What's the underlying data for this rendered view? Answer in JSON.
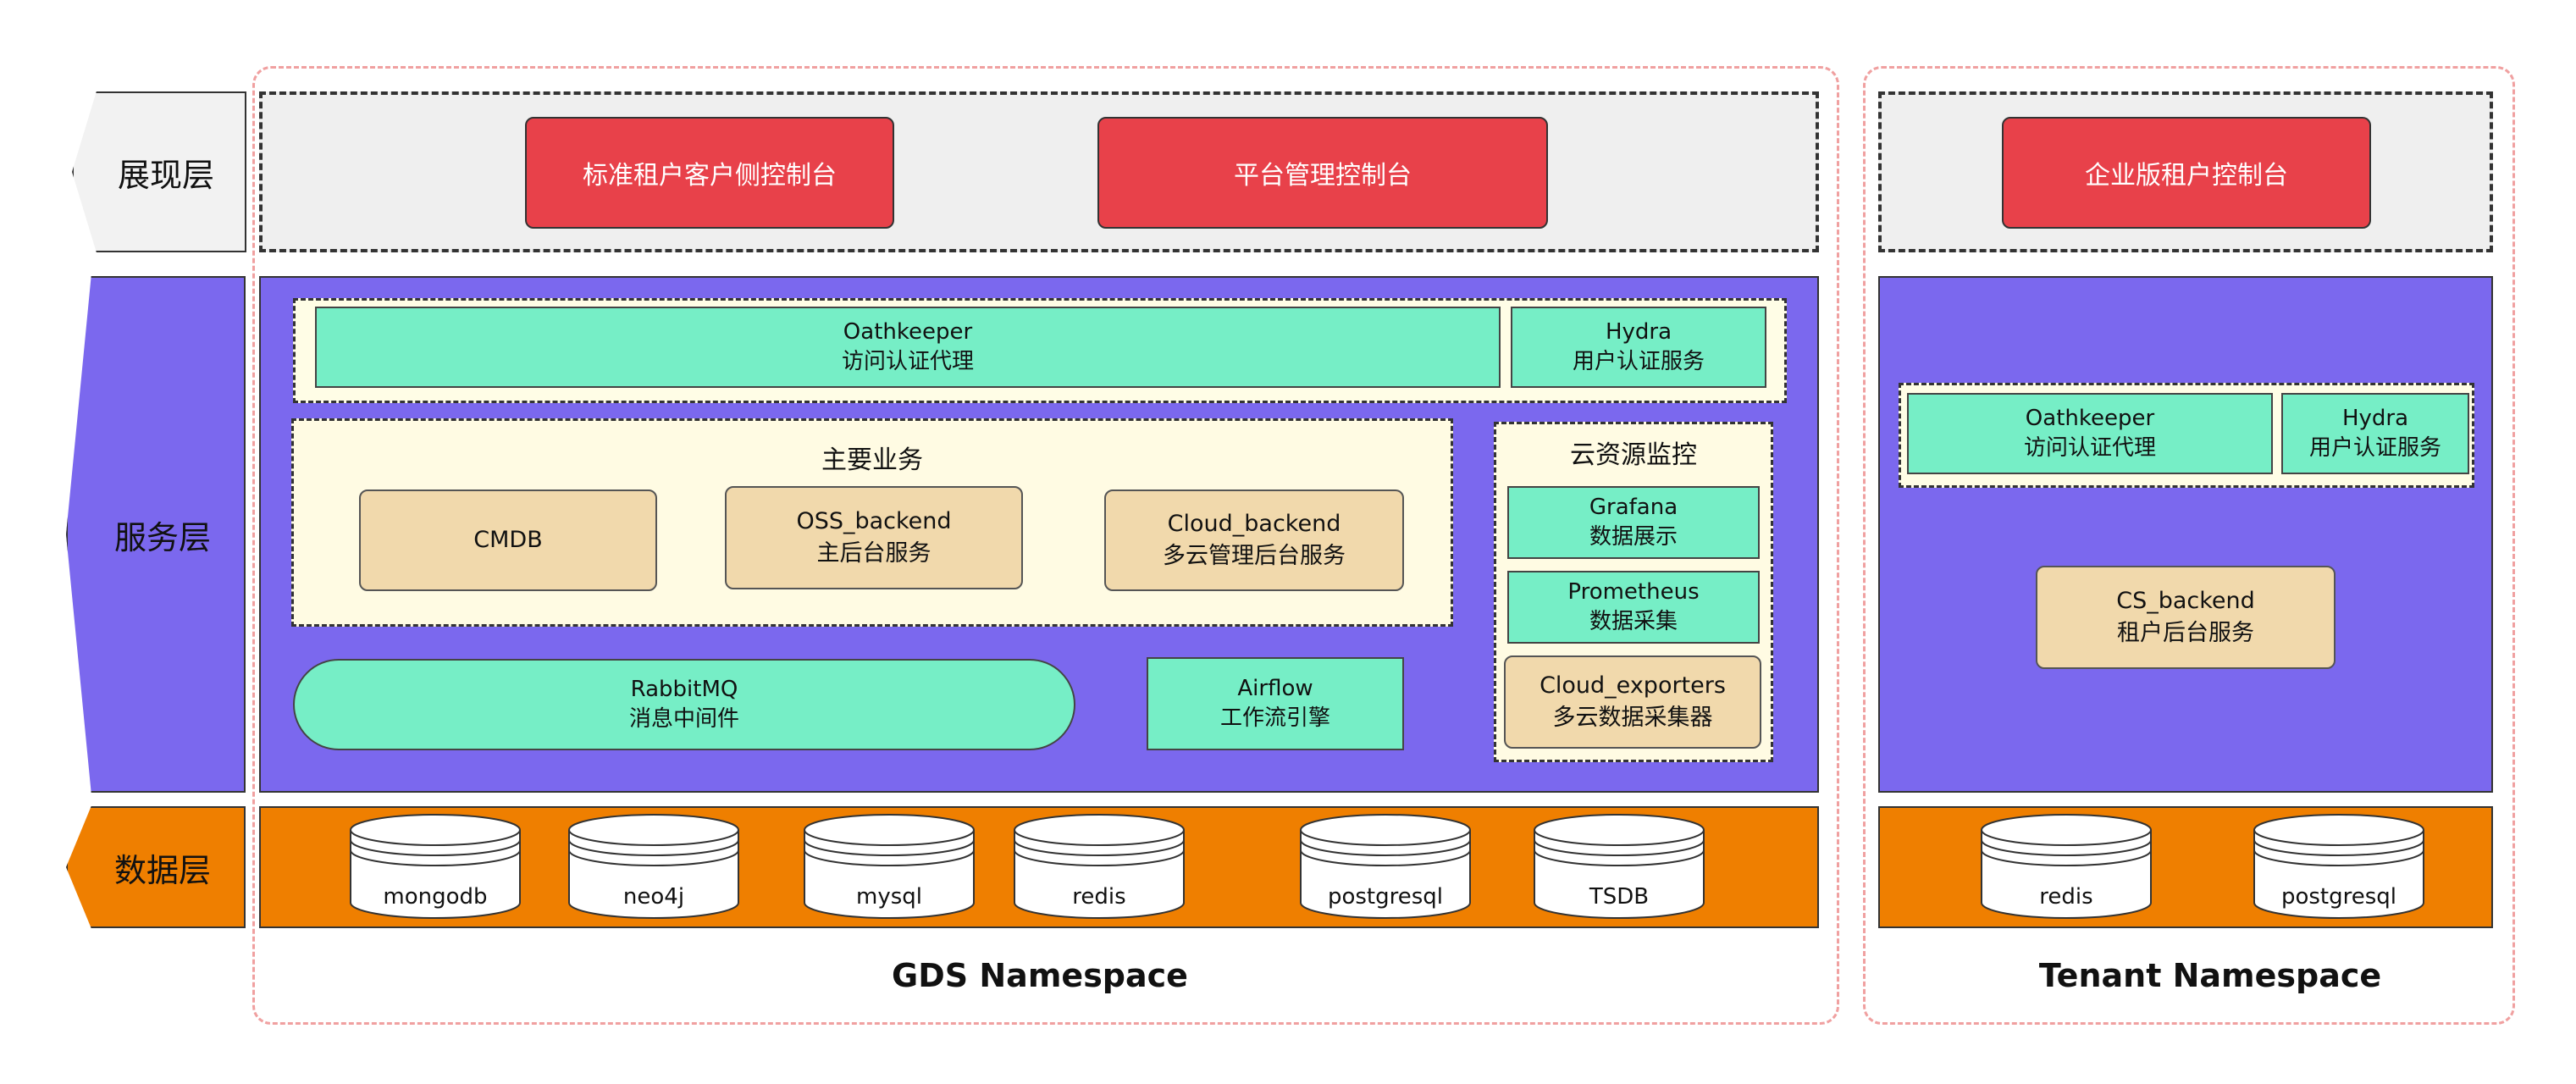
{
  "layers": {
    "presentation": "展现层",
    "service": "服务层",
    "data": "数据层"
  },
  "colors": {
    "service_bg": "#7b68ee",
    "data_bg": "#ef7f00",
    "console_red": "#e8414a",
    "component_green": "#76eec6",
    "business_tan": "#f1d9ac",
    "namespace_border": "#f0a0a0"
  },
  "gds": {
    "namespace_label": "GDS Namespace",
    "consoles": [
      "标准租户客户侧控制台",
      "平台管理控制台"
    ],
    "oathkeeper": {
      "name": "Oathkeeper",
      "desc": "访问认证代理"
    },
    "hydra": {
      "name": "Hydra",
      "desc": "用户认证服务"
    },
    "business": {
      "title": "主要业务",
      "cmdb": "CMDB",
      "oss": {
        "name": "OSS_backend",
        "desc": "主后台服务"
      },
      "cloud": {
        "name": "Cloud_backend",
        "desc": "多云管理后台服务"
      }
    },
    "rabbitmq": {
      "name": "RabbitMQ",
      "desc": "消息中间件"
    },
    "airflow": {
      "name": "Airflow",
      "desc": "工作流引擎"
    },
    "monitor": {
      "title": "云资源监控",
      "grafana": {
        "name": "Grafana",
        "desc": "数据展示"
      },
      "prometheus": {
        "name": "Prometheus",
        "desc": "数据采集"
      },
      "exporters": {
        "name": "Cloud_exporters",
        "desc": "多云数据采集器"
      }
    },
    "databases": [
      "mongodb",
      "neo4j",
      "mysql",
      "redis",
      "postgresql",
      "TSDB"
    ]
  },
  "tenant": {
    "namespace_label": "Tenant Namespace",
    "console": "企业版租户控制台",
    "oathkeeper": {
      "name": "Oathkeeper",
      "desc": "访问认证代理"
    },
    "hydra": {
      "name": "Hydra",
      "desc": "用户认证服务"
    },
    "cs_backend": {
      "name": "CS_backend",
      "desc": "租户后台服务"
    },
    "databases": [
      "redis",
      "postgresql"
    ]
  }
}
